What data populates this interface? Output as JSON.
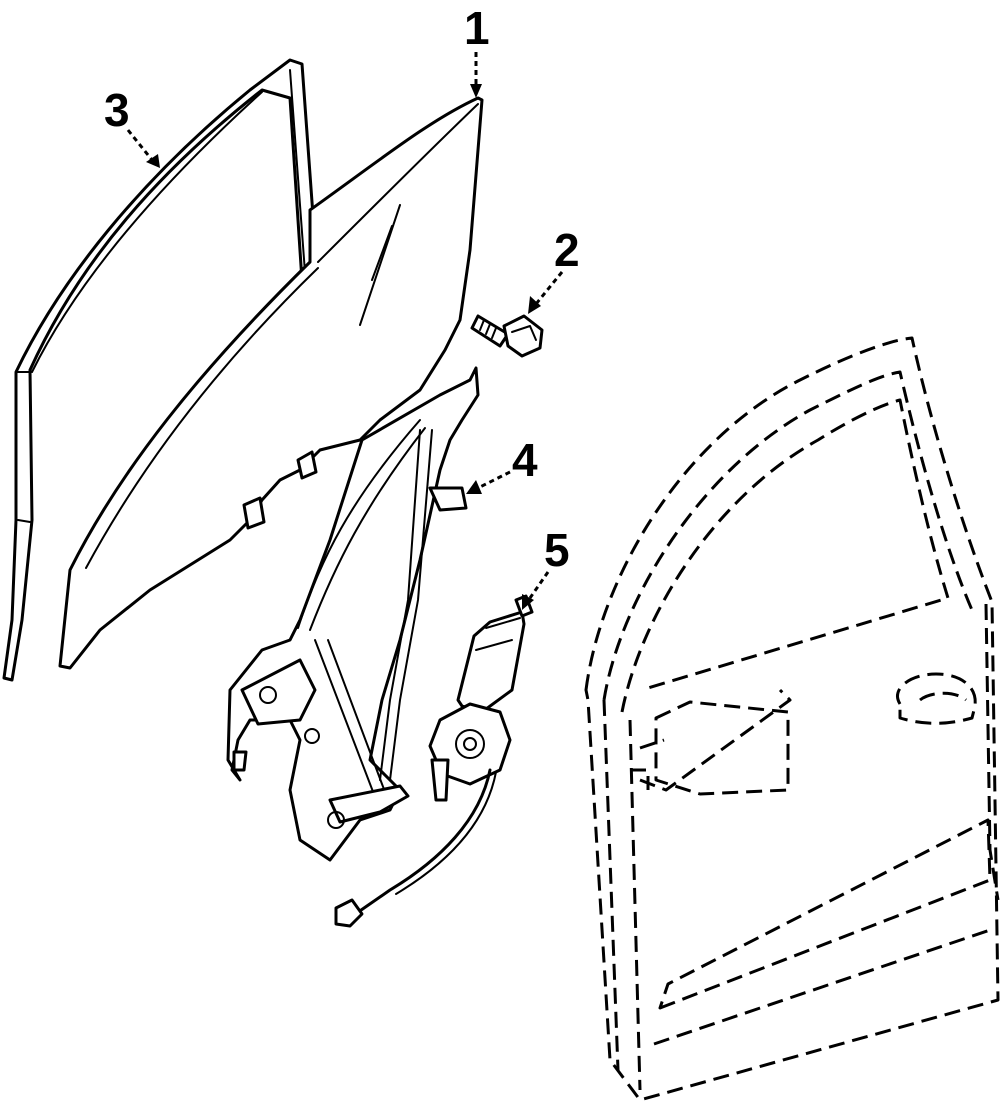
{
  "diagram": {
    "callouts": [
      {
        "id": 1,
        "label": "1",
        "part": "glass"
      },
      {
        "id": 2,
        "label": "2",
        "part": "bolt"
      },
      {
        "id": 3,
        "label": "3",
        "part": "run-channel"
      },
      {
        "id": 4,
        "label": "4",
        "part": "window-regulator"
      },
      {
        "id": 5,
        "label": "5",
        "part": "regulator-motor"
      }
    ]
  }
}
